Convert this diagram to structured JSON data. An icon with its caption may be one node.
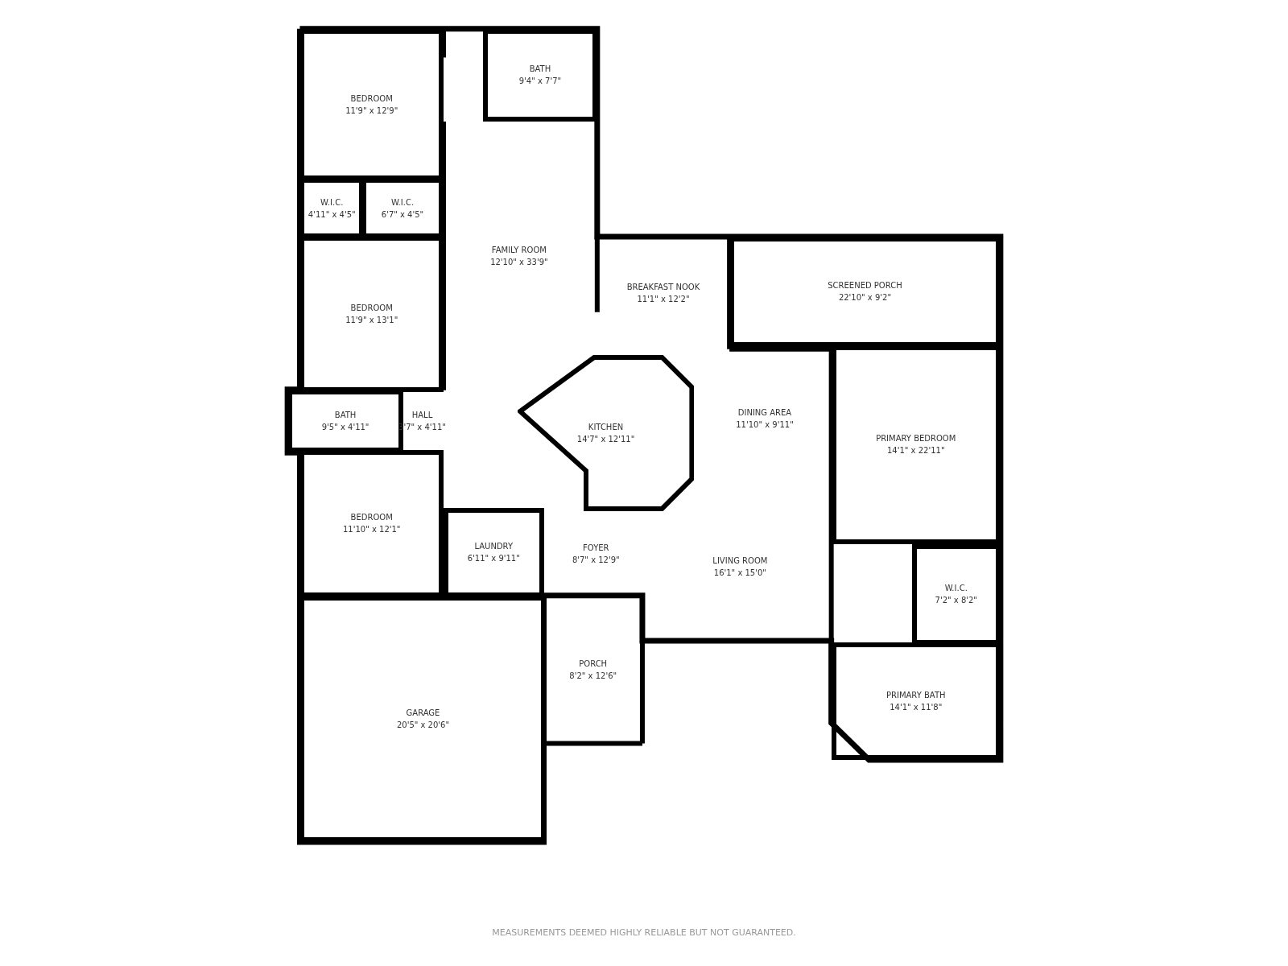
{
  "diagram": {
    "nodes": [
      {
        "text": [
          "BEDROOM",
          "11'9\" x 12'9\""
        ]
      },
      {
        "text": [
          "BATH",
          "9'4\" x 7'7\""
        ]
      },
      {
        "text": [
          "W.I.C.",
          "4'11\" x 4'5\""
        ]
      },
      {
        "text": [
          "W.I.C.",
          "6'7\" x 4'5\""
        ]
      },
      {
        "text": [
          "FAMILY ROOM",
          "12'10\" x 33'9\""
        ]
      },
      {
        "text": [
          "BREAKFAST NOOK",
          "11'1\" x 12'2\""
        ]
      },
      {
        "text": [
          "SCREENED PORCH",
          "22'10\" x 9'2\""
        ]
      },
      {
        "text": [
          "BEDROOM",
          "11'9\" x 13'1\""
        ]
      },
      {
        "text": [
          "BATH",
          "9'5\" x 4'11\""
        ]
      },
      {
        "text": [
          "HALL",
          "3'7\" x 4'11\""
        ]
      },
      {
        "text": [
          "DINING AREA",
          "11'10\" x 9'11\""
        ]
      },
      {
        "text": [
          "KITCHEN",
          "14'7\" x 12'11\""
        ]
      },
      {
        "text": [
          "PRIMARY BEDROOM",
          "14'1\" x 22'11\""
        ]
      },
      {
        "text": [
          "BEDROOM",
          "11'10\" x 12'1\""
        ]
      },
      {
        "text": [
          "LAUNDRY",
          "6'11\" x 9'11\""
        ]
      },
      {
        "text": [
          "FOYER",
          "8'7\" x 12'9\""
        ]
      },
      {
        "text": [
          "LIVING ROOM",
          "16'1\" x 15'0\""
        ]
      },
      {
        "text": [
          "W.I.C.",
          "7'2\" x 8'2\""
        ]
      },
      {
        "text": [
          "PORCH",
          "8'2\" x 12'6\""
        ]
      },
      {
        "text": [
          "PRIMARY BATH",
          "14'1\" x 11'8\""
        ]
      },
      {
        "text": [
          "GARAGE",
          "20'5\" x 20'6\""
        ]
      }
    ],
    "labels": [
      "MEASUREMENTS DEEMED HIGHLY RELIABLE BUT NOT GUARANTEED."
    ]
  }
}
